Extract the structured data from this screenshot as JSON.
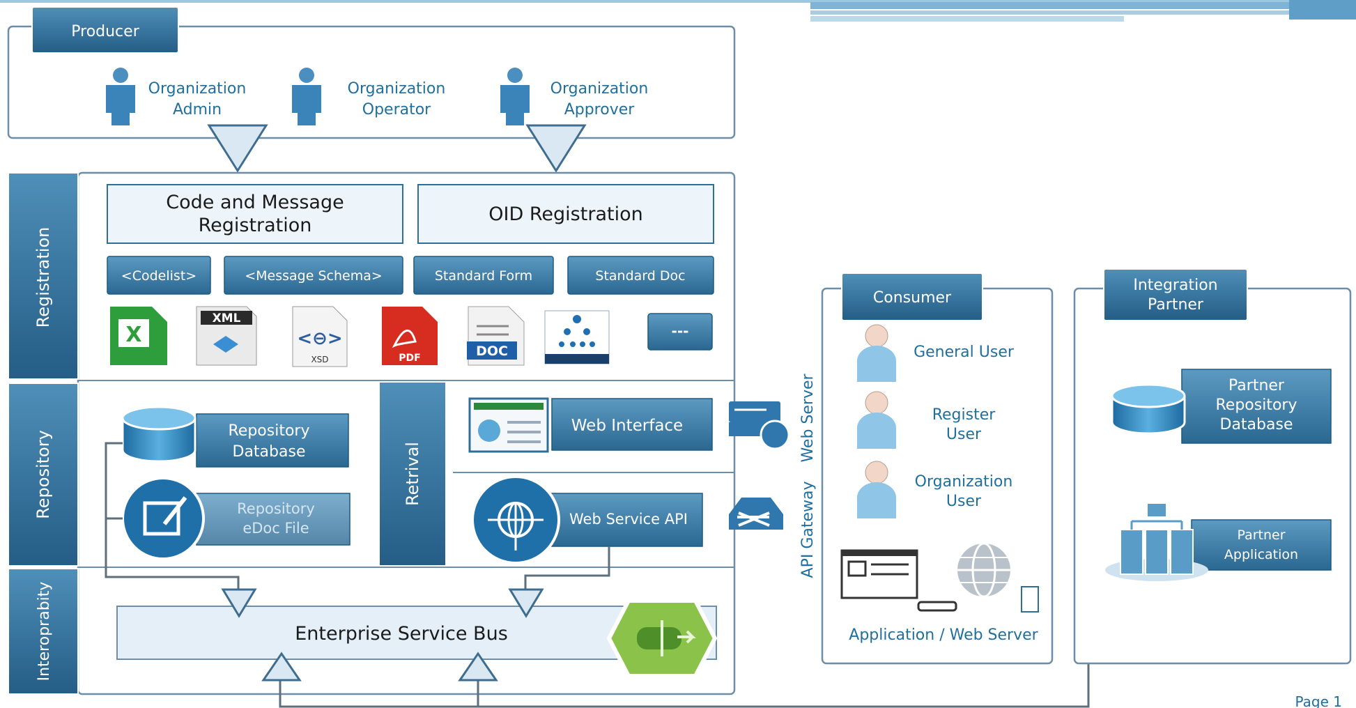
{
  "producer": {
    "title": "Producer",
    "roles": [
      {
        "line1": "Organization",
        "line2": "Admin",
        "icon": "person-icon"
      },
      {
        "line1": "Organization",
        "line2": "Operator",
        "icon": "person-icon"
      },
      {
        "line1": "Organization",
        "line2": "Approver",
        "icon": "person-icon"
      }
    ]
  },
  "registration": {
    "side_label": "Registration",
    "boxes": [
      {
        "line1": "Code and Message",
        "line2": "Registration"
      },
      {
        "line1": "OID Registration",
        "line2": ""
      }
    ],
    "buttons": [
      "<Codelist>",
      "<Message Schema>",
      "Standard Form",
      "Standard Doc"
    ],
    "file_icons": [
      {
        "icon": "excel-icon",
        "text": "X"
      },
      {
        "icon": "xml-file-icon",
        "text": "XML"
      },
      {
        "icon": "xsd-file-icon",
        "text": "XSD"
      },
      {
        "icon": "pdf-file-icon",
        "text": "PDF"
      },
      {
        "icon": "doc-file-icon",
        "text": "DOC"
      },
      {
        "icon": "oid-tree-icon",
        "text": ""
      }
    ],
    "more_button": "---"
  },
  "repository": {
    "side_label": "Repository",
    "db": {
      "line1": "Repository",
      "line2": "Database",
      "icon": "database-icon"
    },
    "file": {
      "line1": "Repository",
      "line2": "eDoc File",
      "icon": "edoc-icon"
    }
  },
  "retrieval": {
    "side_label": "Retrival",
    "web": {
      "label": "Web Interface",
      "icon": "browser-icon"
    },
    "api": {
      "label": "Web Service API",
      "icon": "globe-icon"
    },
    "web_server": {
      "label": "Web Server",
      "icon": "web-server-icon"
    },
    "api_gateway": {
      "label": "API Gateway",
      "icon": "gateway-icon"
    }
  },
  "interop": {
    "side_label": "Interoprabity",
    "esb": "Enterprise Service Bus",
    "esb_icon": "esb-hexagon-icon"
  },
  "consumer": {
    "title": "Consumer",
    "users": [
      {
        "line1": "General User",
        "line2": "",
        "icon": "user-icon"
      },
      {
        "line1": "Register",
        "line2": "User",
        "icon": "user-icon"
      },
      {
        "line1": "Organization",
        "line2": "User",
        "icon": "user-icon"
      }
    ],
    "app_label": "Application / Web Server"
  },
  "partner": {
    "title_line1": "Integration",
    "title_line2": "Partner",
    "db": {
      "line1": "Partner",
      "line2": "Repository",
      "line3": "Database",
      "icon": "database-icon"
    },
    "app": {
      "line1": "Partner",
      "line2": "Application",
      "icon": "servers-icon"
    }
  },
  "footer": {
    "page": "Page 1"
  },
  "colors": {
    "accent": "#1f6f9f",
    "tab": "#2f6e98",
    "esb": "#7cb342"
  }
}
